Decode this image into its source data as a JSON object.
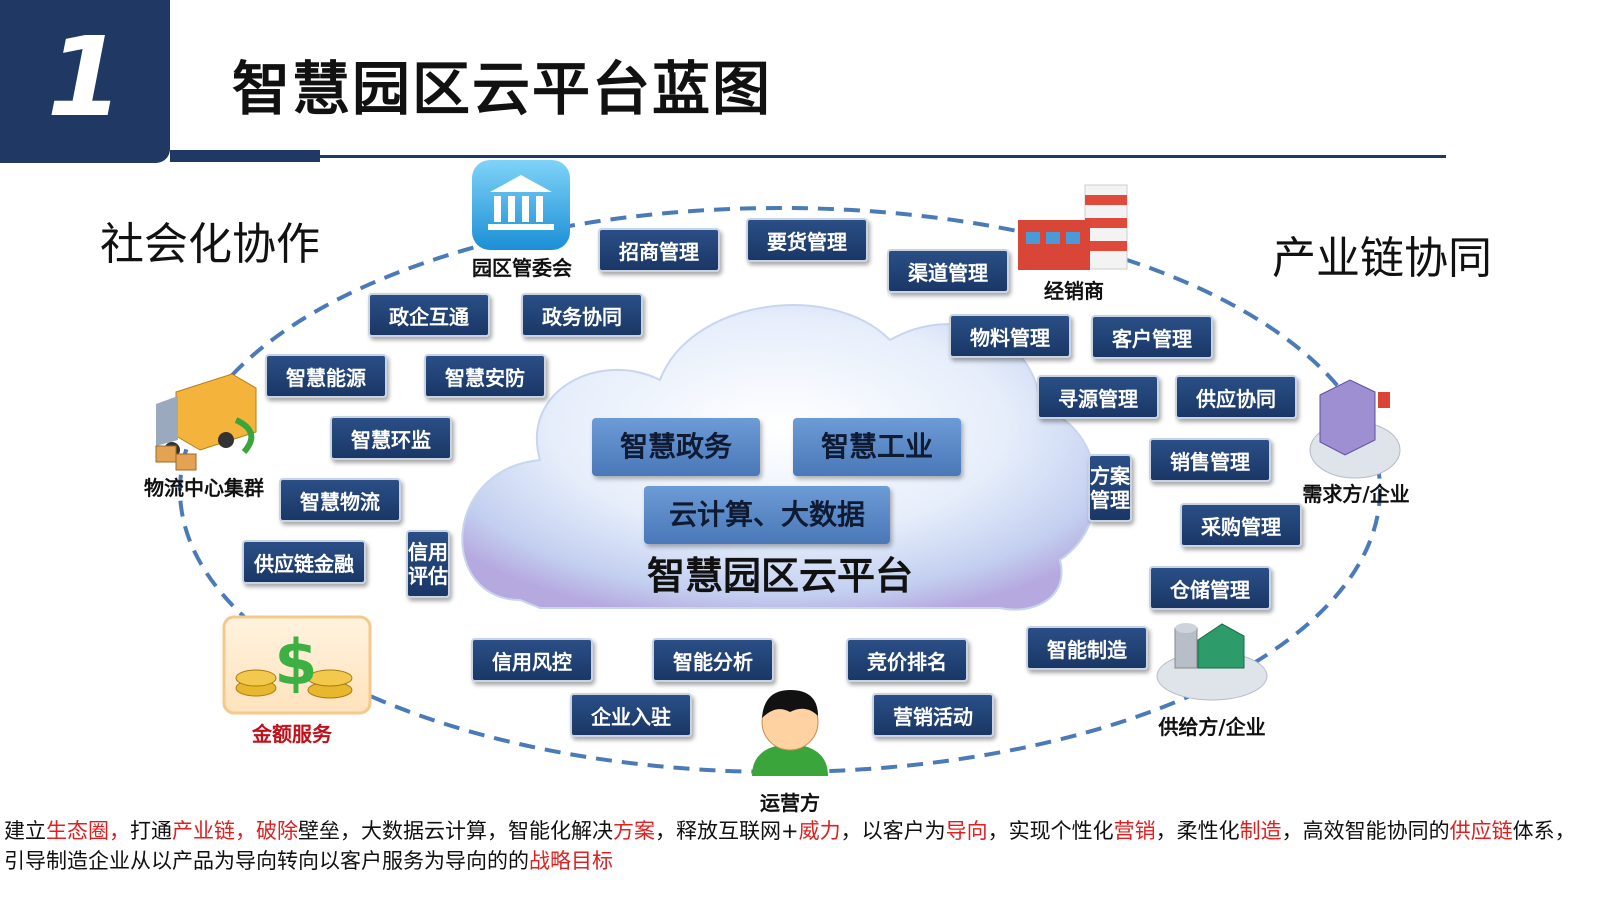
{
  "header": {
    "number": "1",
    "title": "智慧园区云平台蓝图"
  },
  "side_labels": {
    "left": "社会化协作",
    "right": "产业链协同"
  },
  "cloud": {
    "inner_boxes": [
      "智慧政务",
      "智慧工业",
      "云计算、大数据"
    ],
    "label": "智慧园区云平台"
  },
  "tags": {
    "t1": "招商管理",
    "t2": "要货管理",
    "t3": "渠道管理",
    "t4": "政企互通",
    "t5": "政务协同",
    "t6": "物料管理",
    "t7": "客户管理",
    "t8": "智慧能源",
    "t9": "智慧安防",
    "t10": "寻源管理",
    "t11": "供应协同",
    "t12": "智慧环监",
    "t13": "销售管理",
    "t14": "智慧物流",
    "t15": "采购管理",
    "t16": "供应链金融",
    "t17": "仓储管理",
    "t18": "信用风控",
    "t19": "智能分析",
    "t20": "竞价排名",
    "t21": "智能制造",
    "t22": "企业入驻",
    "t23": "营销活动",
    "v1": "信用评估",
    "v2": "方案管理"
  },
  "nodes": {
    "gov": "园区管委会",
    "dealer": "经销商",
    "logistics": "物流中心集群",
    "demand": "需求方/企业",
    "finance": "金额服务",
    "supply": "供给方/企业",
    "operator": "运营方"
  },
  "footer": {
    "s1": "建立",
    "h1": "生态圈，",
    "s2": "打通",
    "h2": "产业链，",
    "h3": "破除",
    "s3": "壁垒，大数据云计算，智能化解决",
    "h4": "方案",
    "s4": "，释放互联网+",
    "h5": "威力",
    "s5": "，以客户为",
    "h6": "导向",
    "s6": "，实现个性化",
    "h7": "营销",
    "s7": "，柔性化",
    "h8": "制造",
    "s8": "，高效智能协同的",
    "h9": "供应链",
    "s9": "体系，引导制造企业从以产品为导向转向以客户服务为导向的的",
    "h10": "战略目标"
  },
  "colors": {
    "navy": "#1f3864",
    "tag_blue": "#1f3f73",
    "highlight_red": "#e02020",
    "dashed_ellipse": "#4a7ab8"
  }
}
